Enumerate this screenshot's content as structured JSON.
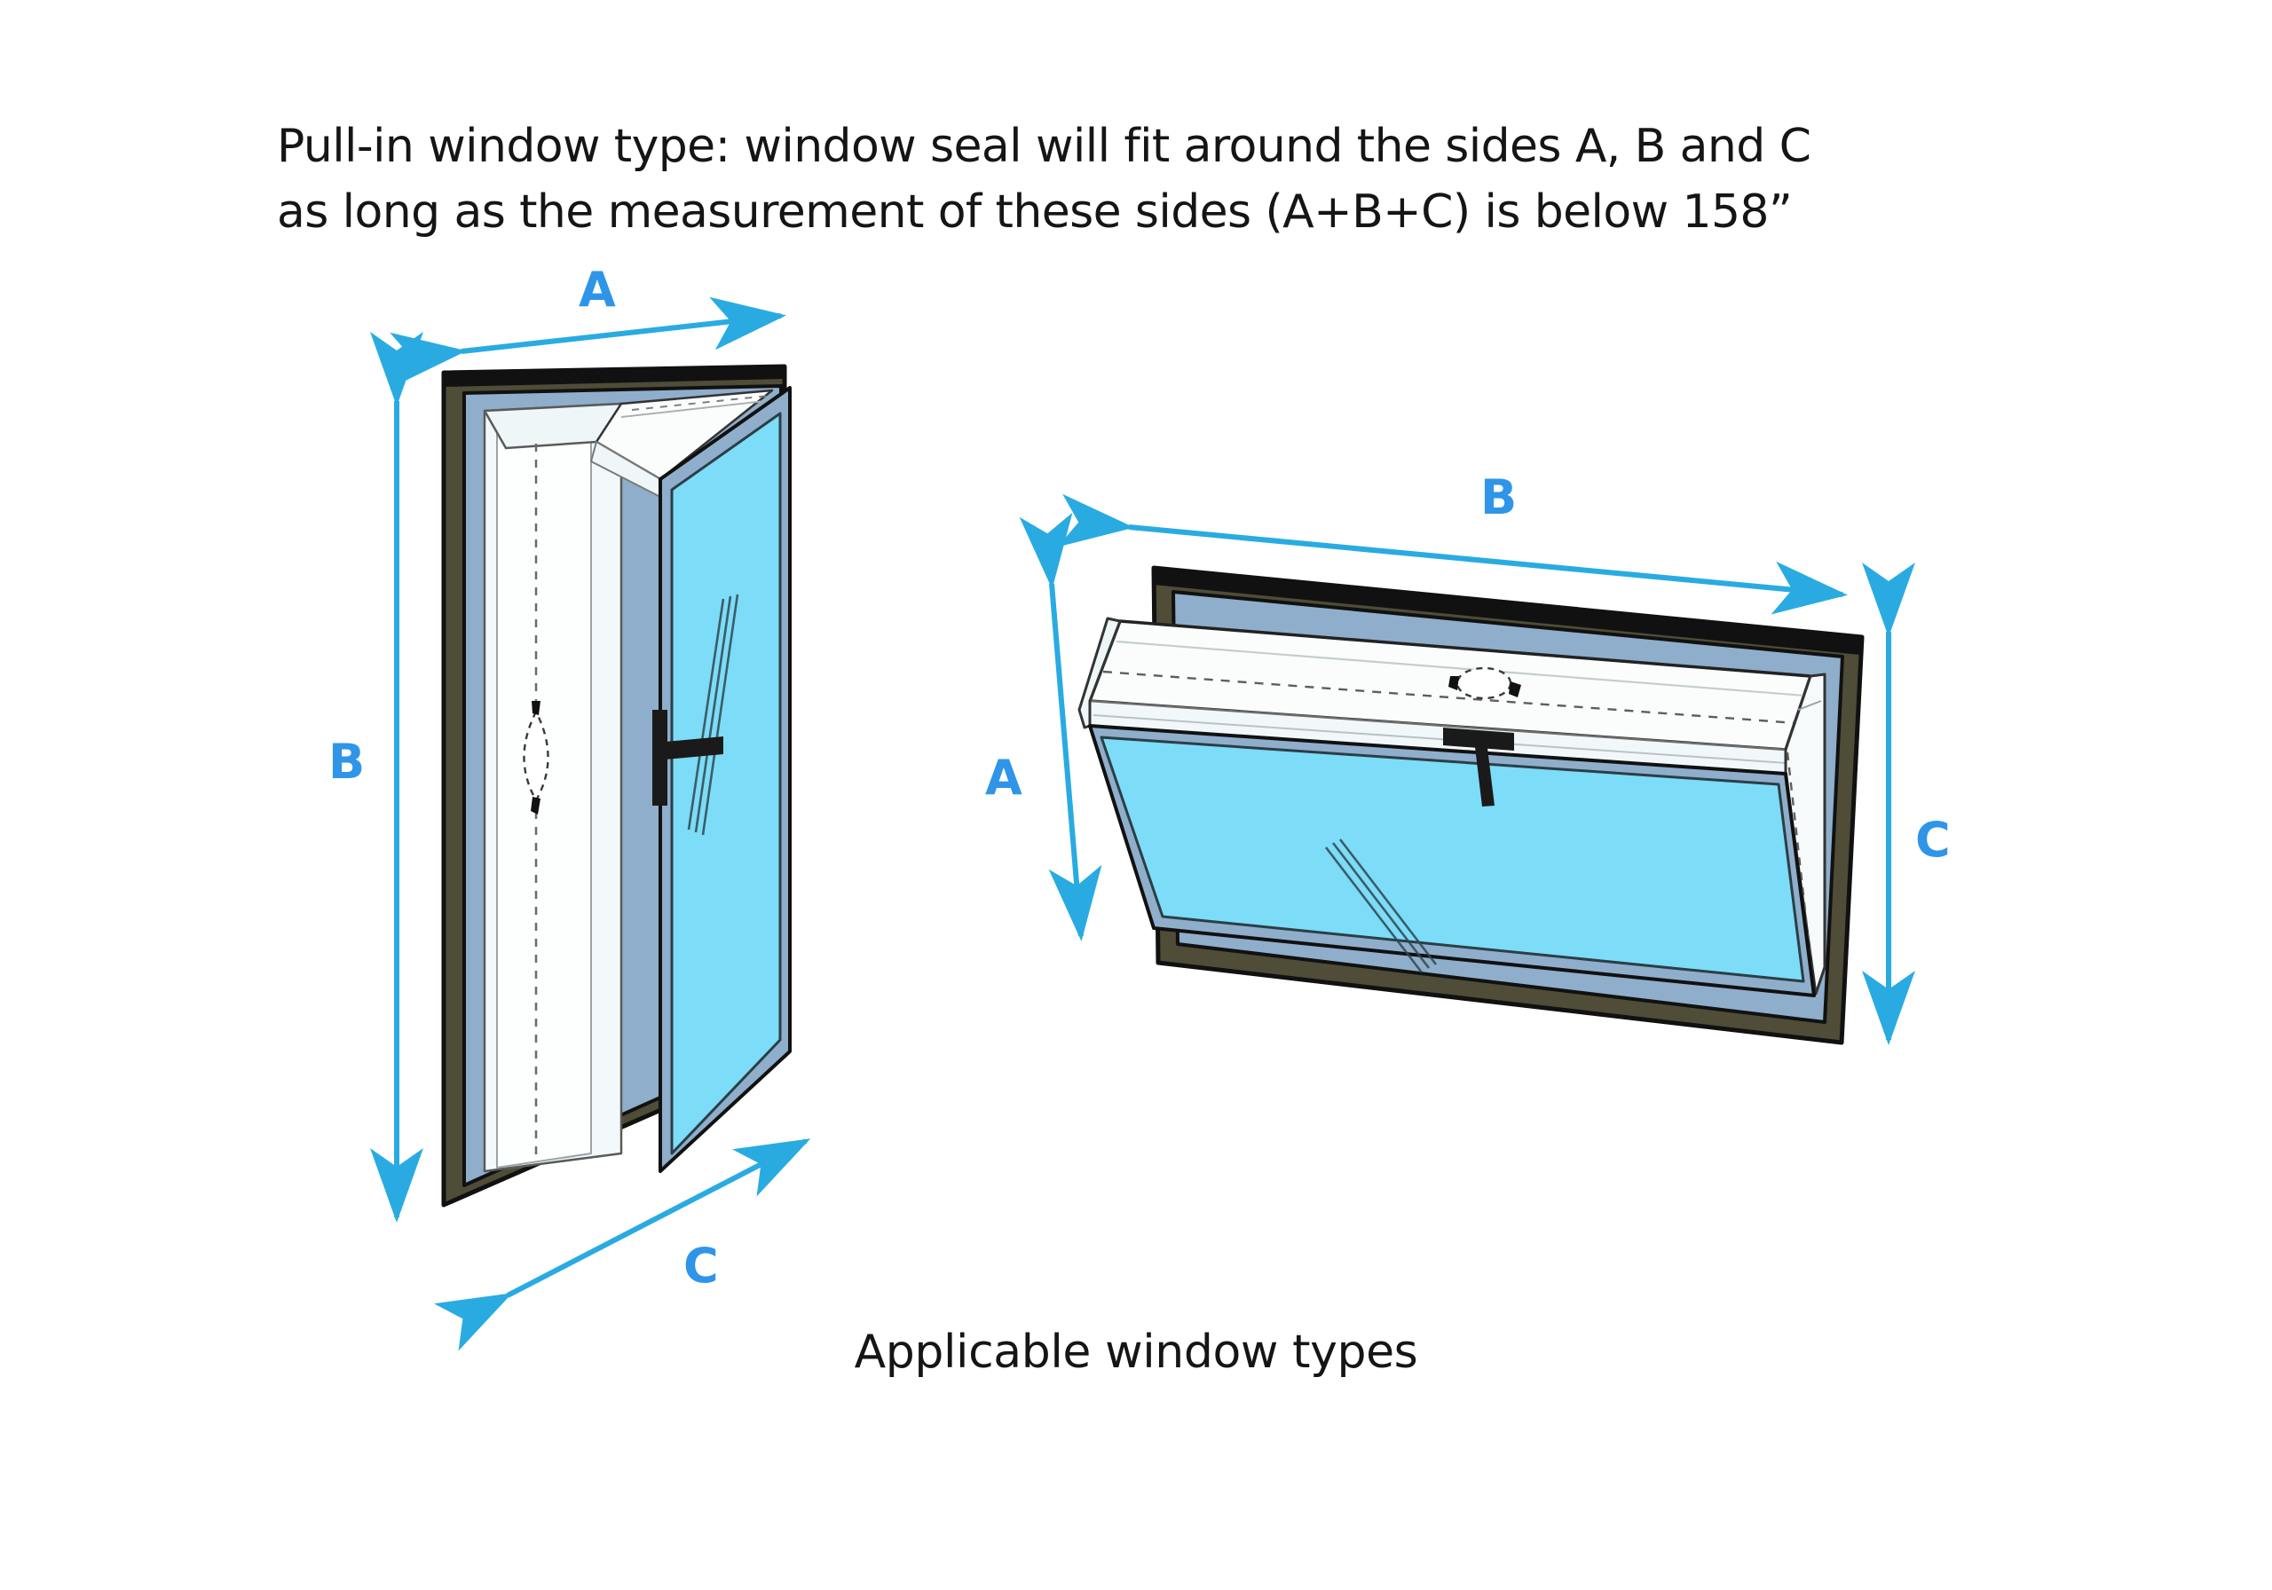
{
  "document": {
    "background_color": "#ffffff",
    "title_lines": [
      "Pull-in window type: window seal will fit around the sides A, B and C",
      "as long as the measurement of these sides (A+B+C) is below 158”"
    ],
    "caption": "Applicable window types",
    "text_color": "#151515"
  },
  "palette": {
    "dimension_label_blue": "#2E95E8",
    "arrow_blue": "#29ABE2",
    "glass_fill": "#7DDCF7",
    "frame_outer_dark": "#4F4C37",
    "frame_inner_steel": "#8FAECB",
    "sash_white": "#FDFEFE",
    "sash_shade": "#EEF6F8",
    "outline_black": "#111111",
    "handle_black": "#1A1A1A"
  },
  "diagrams": [
    {
      "id": "pull-in-door",
      "name": "Pull-in door / casement window, left view",
      "position": "left",
      "dimension_labels": [
        {
          "key": "A",
          "label": "A",
          "orientation": "horizontal",
          "edge": "top-width"
        },
        {
          "key": "B",
          "label": "B",
          "orientation": "vertical",
          "edge": "left-height"
        },
        {
          "key": "C",
          "label": "C",
          "orientation": "diagonal",
          "edge": "bottom-depth"
        }
      ],
      "parts": [
        "outer-frame",
        "inner-sash",
        "glass-pane",
        "handle",
        "hinge-marker",
        "glass-reflection"
      ]
    },
    {
      "id": "awning-window",
      "name": "Awning / hopper window, right view",
      "position": "right",
      "dimension_labels": [
        {
          "key": "A",
          "label": "A",
          "orientation": "vertical",
          "edge": "left-height"
        },
        {
          "key": "B",
          "label": "B",
          "orientation": "horizontal",
          "edge": "top-width"
        },
        {
          "key": "C",
          "label": "C",
          "orientation": "vertical",
          "edge": "right-height"
        }
      ],
      "parts": [
        "outer-frame",
        "inner-sash",
        "glass-pane",
        "handle",
        "hinge-marker",
        "glass-reflection"
      ]
    }
  ],
  "measurement_rule": {
    "sides": [
      "A",
      "B",
      "C"
    ],
    "formula": "A+B+C",
    "limit_value": "158",
    "limit_unit": "”",
    "comparator": "below"
  }
}
